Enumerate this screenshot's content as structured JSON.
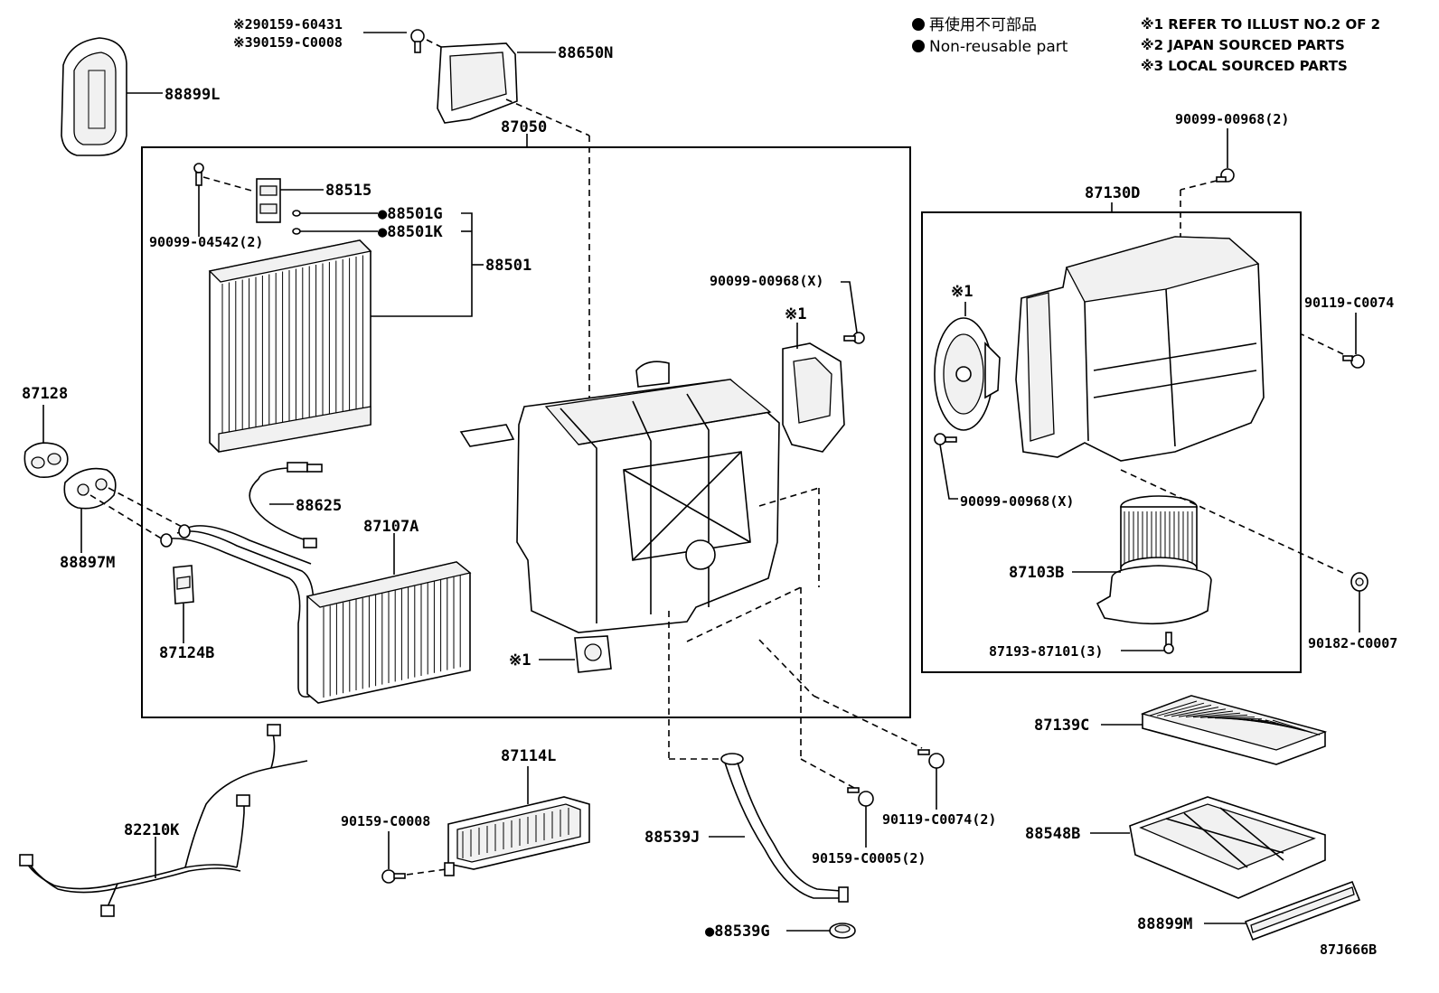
{
  "legend": {
    "jp": "再使用不可部品",
    "en": "Non-reusable part",
    "marker": "●"
  },
  "notes": [
    "※1 REFER TO ILLUST NO.2 OF 2",
    "※2 JAPAN SOURCED PARTS",
    "※3 LOCAL SOURCED PARTS"
  ],
  "refs": {
    "ref1": "※1"
  },
  "parts": {
    "p_90159_60431": "※290159-60431",
    "p_90159_C0008_top": "※390159-C0008",
    "p_88650N": "88650N",
    "p_88899L": "88899L",
    "p_87050": "87050",
    "p_88515": "88515",
    "p_88501G": "●88501G",
    "p_88501K": "●88501K",
    "p_88501": "88501",
    "p_90099_04542": "90099-04542(2)",
    "p_90099_00968_X_mid": "90099-00968(X)",
    "p_87128": "87128",
    "p_88625": "88625",
    "p_87107A": "87107A",
    "p_88897M": "88897M",
    "p_87124B": "87124B",
    "p_90099_00968_2": "90099-00968(2)",
    "p_87130D": "87130D",
    "p_90119_C0074": "90119-C0074",
    "p_90099_00968_X_right": "90099-00968(X)",
    "p_87103B": "87103B",
    "p_90182_C0007": "90182-C0007",
    "p_87193_87101": "87193-87101(3)",
    "p_87139C": "87139C",
    "p_88548B": "88548B",
    "p_88899M": "88899M",
    "p_87114L": "87114L",
    "p_90159_C0008_bot": "90159-C0008",
    "p_82210K": "82210K",
    "p_88539J": "88539J",
    "p_88539G": "●88539G",
    "p_90119_C0074_2": "90119-C0074(2)",
    "p_90159_C0005_2": "90159-C0005(2)"
  },
  "illustration_code": "87J666B"
}
